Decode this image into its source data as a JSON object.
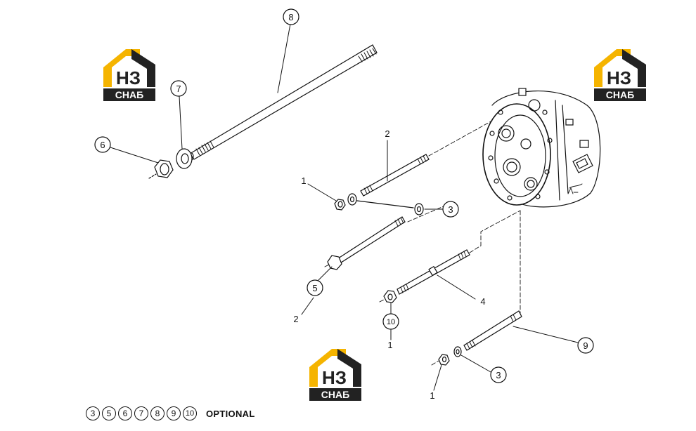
{
  "callouts": [
    {
      "id": "c8",
      "text": "8",
      "circled": true
    },
    {
      "id": "c7",
      "text": "7",
      "circled": true
    },
    {
      "id": "c6",
      "text": "6",
      "circled": true
    },
    {
      "id": "c2a",
      "text": "2",
      "circled": false
    },
    {
      "id": "c1a",
      "text": "1",
      "circled": false
    },
    {
      "id": "c3a",
      "text": "3",
      "circled": true
    },
    {
      "id": "c5",
      "text": "5",
      "circled": true
    },
    {
      "id": "c2b",
      "text": "2",
      "circled": false
    },
    {
      "id": "c4",
      "text": "4",
      "circled": false
    },
    {
      "id": "c10",
      "text": "10",
      "circled": true
    },
    {
      "id": "c1b",
      "text": "1",
      "circled": false
    },
    {
      "id": "c9",
      "text": "9",
      "circled": true
    },
    {
      "id": "c3b",
      "text": "3",
      "circled": true
    },
    {
      "id": "c1c",
      "text": "1",
      "circled": false
    }
  ],
  "legend": {
    "items": [
      "3",
      "5",
      "6",
      "7",
      "8",
      "9",
      "10"
    ],
    "label": "OPTIONAL"
  },
  "watermark": {
    "letters": "НЗ",
    "word": "СНАБ",
    "colors": {
      "accent": "#f5b400",
      "dark": "#222222"
    }
  }
}
